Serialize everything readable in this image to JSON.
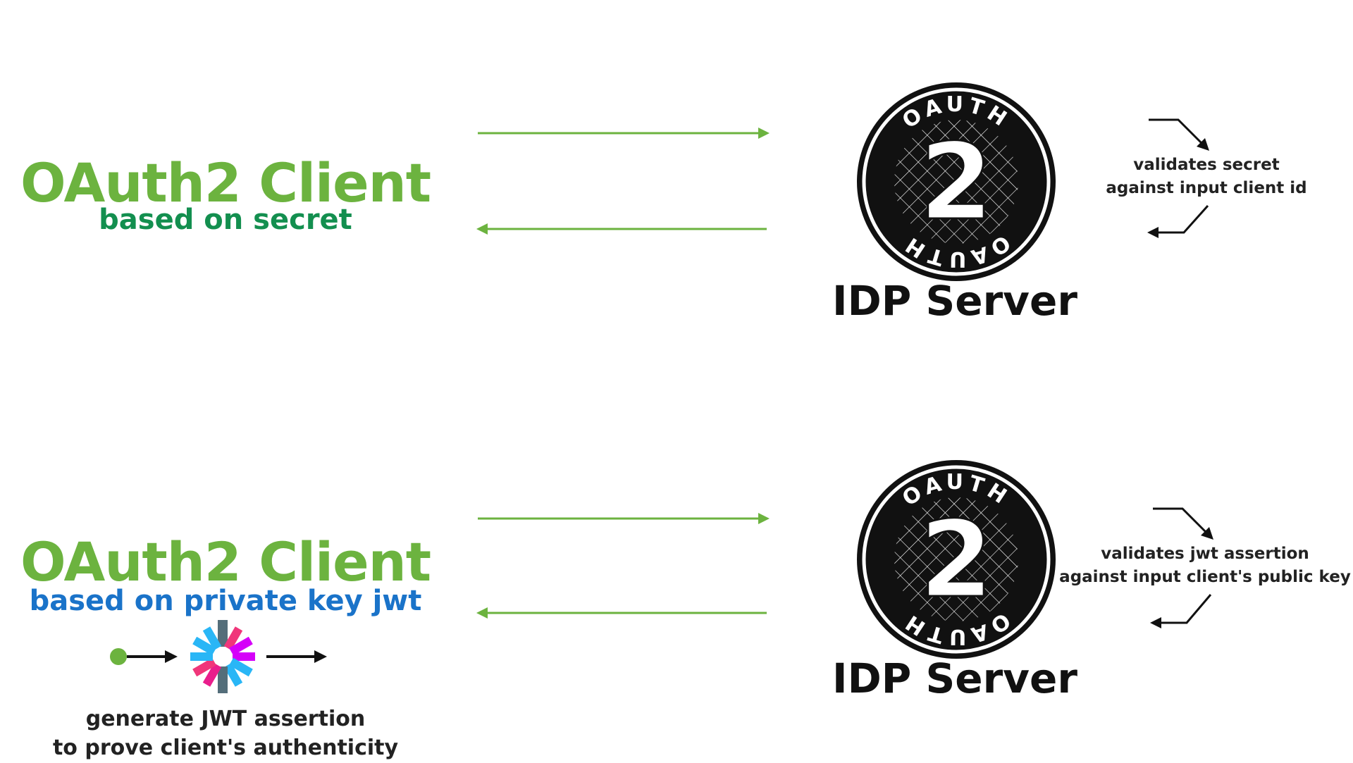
{
  "colors": {
    "client_title": "#6cb33f",
    "secret_sub": "#138f4f",
    "pkjwt_sub": "#1a73c9",
    "flow_arrow": "#6cb33f",
    "dark": "#111111",
    "jwt_blue": "#29b6f6",
    "jwt_magenta": "#e91e8c",
    "jwt_pink": "#f0367a",
    "jwt_purple": "#d500f9",
    "jwt_gray": "#546e7a"
  },
  "logo": {
    "top_text": "OAUTH",
    "bottom_text": "OAUTH",
    "numeral": "2"
  },
  "flows": [
    {
      "client_title": "OAuth2 Client",
      "client_subtitle": "based on secret",
      "server_label": "IDP Server",
      "note_line1": "validates secret",
      "note_line2": "against  input client id"
    },
    {
      "client_title": "OAuth2 Client",
      "client_subtitle": "based on private key jwt",
      "server_label": "IDP Server",
      "note_line1": "validates jwt assertion",
      "note_line2": "against  input client's public key",
      "jwt_step_line1": "generate JWT assertion",
      "jwt_step_line2": "to prove client's authenticity"
    }
  ]
}
